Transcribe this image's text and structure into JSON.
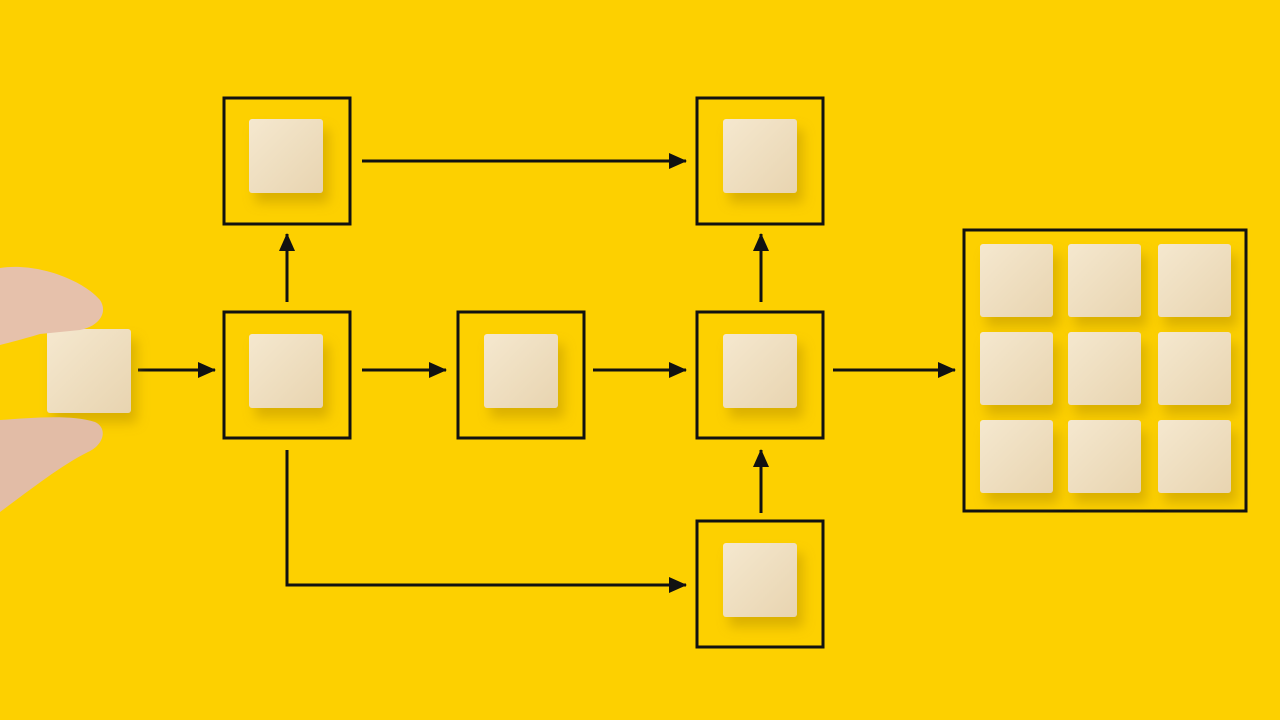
{
  "colors": {
    "background": "#fdd000",
    "line": "#111111",
    "block": "#f1e2c6",
    "block_shadow": "#d9b400",
    "skin": "#e9c7b3"
  },
  "icons": [
    "wooden-block",
    "hand",
    "arrow"
  ]
}
